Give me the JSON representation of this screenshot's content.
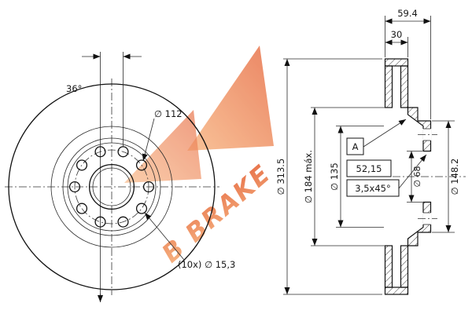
{
  "watermark": {
    "text": "B BRAKE",
    "color_primary": "#e2501f",
    "color_secondary": "#f6a96c"
  },
  "front_view": {
    "angle": "36°",
    "bolt_circle_diameter": "∅ 112",
    "holes_note": "(10x) ∅ 15,3"
  },
  "section_view": {
    "total_width": "59.4",
    "disc_thickness": "30",
    "outer_diameter": "∅ 313.5",
    "hat_diameter": "∅ 184 máx.",
    "inner_diameter": "∅ 135",
    "datum": "A",
    "mounting_depth": "52,15",
    "chamfer": "3,5x45°",
    "bore_diameter": "∅ 68",
    "flange_diameter": "∅ 148.2"
  }
}
